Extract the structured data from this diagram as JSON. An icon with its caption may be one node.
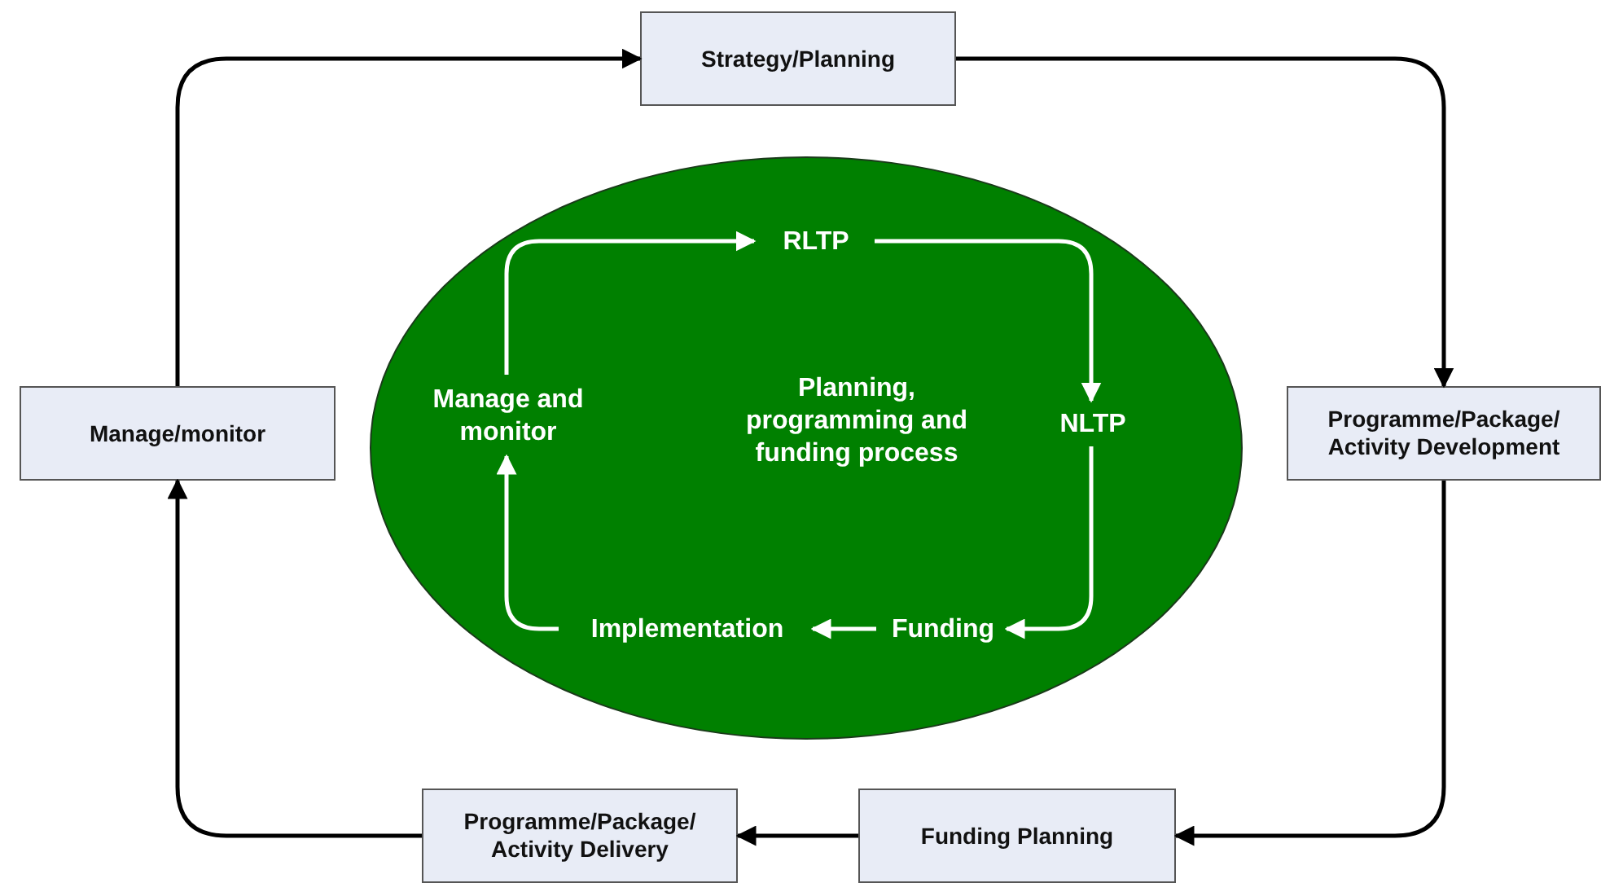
{
  "diagram": {
    "nodes": [
      {
        "text": [
          "Strategy/Planning"
        ]
      },
      {
        "text": [
          "Programme/Package/ Activity Development"
        ]
      },
      {
        "text": [
          "Funding Planning"
        ]
      },
      {
        "text": [
          "Programme/Package/ Activity Delivery"
        ]
      },
      {
        "text": [
          "Manage/monitor"
        ]
      },
      {
        "text": [
          "Planning, programming and funding process"
        ]
      },
      {
        "text": [
          "RLTP"
        ],
        "in": 5
      },
      {
        "text": [
          "NLTP"
        ],
        "in": 5
      },
      {
        "text": [
          "Funding"
        ],
        "in": 5
      },
      {
        "text": [
          "Implementation"
        ],
        "in": 5
      },
      {
        "text": [
          "Manage and monitor"
        ],
        "in": 5
      }
    ],
    "edges": [
      {
        "from": 4,
        "to": 0,
        "arrow": "to"
      },
      {
        "from": 0,
        "to": 1,
        "arrow": "to"
      },
      {
        "from": 1,
        "to": 2,
        "arrow": "to"
      },
      {
        "from": 2,
        "to": 3,
        "arrow": "to"
      },
      {
        "from": 3,
        "to": 4,
        "arrow": "to"
      },
      {
        "from": 10,
        "to": 6,
        "arrow": "to",
        "color": "#ffffff"
      },
      {
        "from": 6,
        "to": 7,
        "arrow": "to",
        "color": "#ffffff"
      },
      {
        "from": 7,
        "to": 8,
        "arrow": "to",
        "color": "#ffffff"
      },
      {
        "from": 8,
        "to": 9,
        "arrow": "to",
        "color": "#ffffff"
      },
      {
        "from": 9,
        "to": 10,
        "arrow": "to",
        "color": "#ffffff"
      }
    ]
  }
}
